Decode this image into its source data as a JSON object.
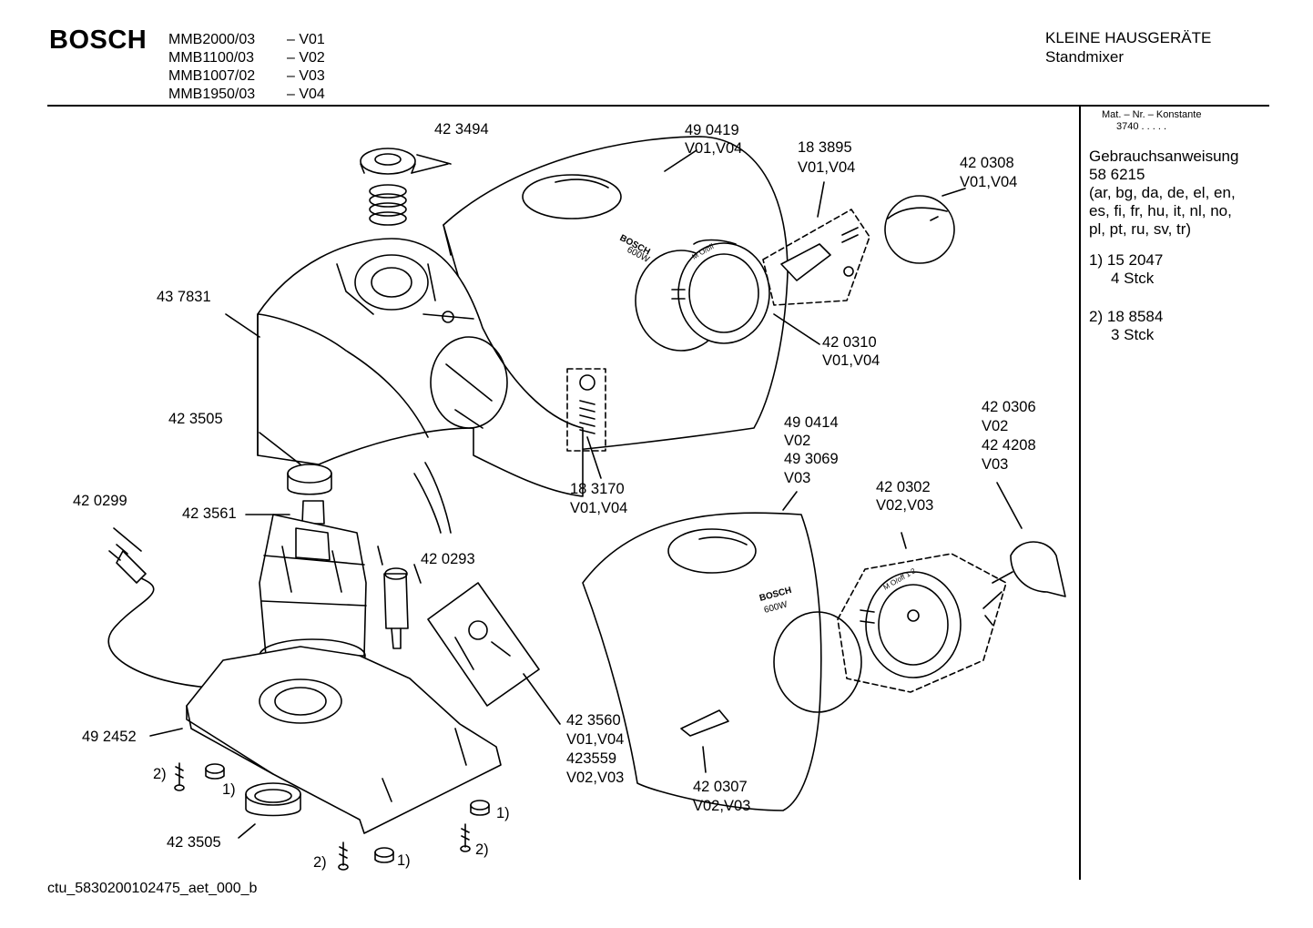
{
  "header": {
    "brand": "BOSCH",
    "models": [
      {
        "model": "MMB2000/03",
        "variant": "– V01"
      },
      {
        "model": "MMB1100/03",
        "variant": "– V02"
      },
      {
        "model": "MMB1007/02",
        "variant": "– V03"
      },
      {
        "model": "MMB1950/03",
        "variant": "– V04"
      }
    ],
    "category": "KLEINE HAUSGERÄTE",
    "subcategory": "Standmixer"
  },
  "sidebar": {
    "mat_label": "Mat. – Nr. – Konstante",
    "mat_value": "3740 . . . . .",
    "manual_title": "Gebrauchsanweisung",
    "manual_number": "58 6215",
    "manual_languages_1": "(ar, bg, da, de, el, en,",
    "manual_languages_2": "es, fi, fr, hu, it, nl, no,",
    "manual_languages_3": "pl, pt, ru, sv, tr)",
    "note1_key": "1)",
    "note1_part": "15 2047",
    "note1_qty": "4 Stck",
    "note2_key": "2)",
    "note2_part": "18 8584",
    "note2_qty": "3 Stck"
  },
  "parts": {
    "p423494": "42 3494",
    "p490419": "49 0419",
    "p490419_v": "V01,V04",
    "p183895": "18 3895",
    "p183895_v": "V01,V04",
    "p420308": "42 0308",
    "p420308_v": "V01,V04",
    "p437831": "43 7831",
    "p420310": "42 0310",
    "p420310_v": "V01,V04",
    "p423505a": "42 3505",
    "p490414": "49 0414",
    "p490414_v": "V02",
    "p493069": "49 3069",
    "p493069_v": "V03",
    "p420306": "42 0306",
    "p420306_v": "V02",
    "p424208": "42 4208",
    "p424208_v": "V03",
    "p183170": "18 3170",
    "p183170_v": "V01,V04",
    "p420299": "42 0299",
    "p423561": "42 3561",
    "p420302": "42 0302",
    "p420302_v": "V02,V03",
    "p420293": "42 0293",
    "p492452": "49 2452",
    "p423560": "42 3560",
    "p423560_v": "V01,V04",
    "p423559": "423559",
    "p423559_v": "V02,V03",
    "p420307": "42 0307",
    "p420307_v": "V02,V03",
    "p423505b": "42 3505",
    "note_2a": "2)",
    "note_1a": "1)",
    "note_1b": "1)",
    "note_2b": "2)",
    "note_2c": "2)",
    "note_1c": "1)"
  },
  "embossed": {
    "brand_a": "BOSCH",
    "watt_a": "600W",
    "brand_b": "BOSCH",
    "watt_b": "600W",
    "dial_a": "M  O/off",
    "dial_b": "M  O/off  1  2"
  },
  "footer": {
    "code": "ctu_5830200102475_aet_000_b"
  }
}
